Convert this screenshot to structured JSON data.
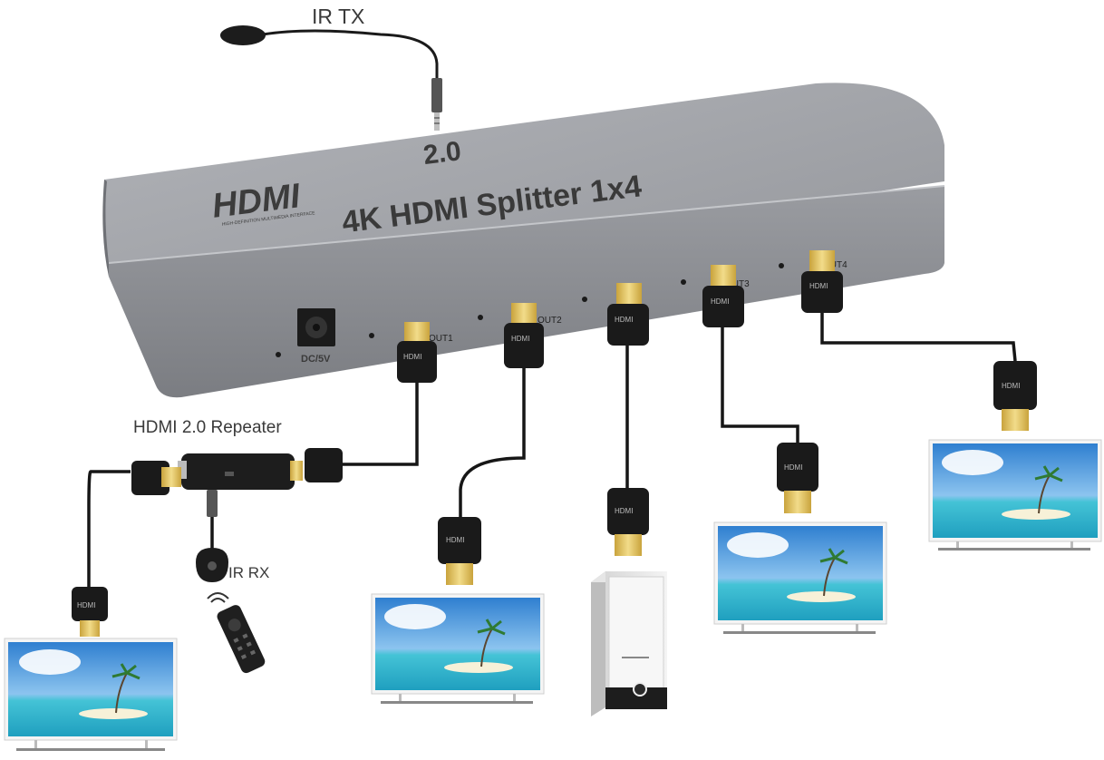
{
  "labels": {
    "ir_tx": "IR TX",
    "ir_rx": "IR RX",
    "repeater": "HDMI 2.0 Repeater",
    "dc": "DC/5V"
  },
  "splitter": {
    "logo": "HDMI",
    "logo_tagline": "HIGH-DEFINITION MULTIMEDIA INTERFACE",
    "version": "2.0",
    "model": "4K HDMI Splitter 1x4",
    "ports": [
      "OUT1",
      "OUT2",
      "OUT3",
      "OUT4"
    ]
  },
  "connector_text": "HDMI",
  "colors": {
    "case": "#8a8c91",
    "case_top": "#a4a6ab",
    "cable": "#1a1a1a",
    "gold": "#e2c25a",
    "sky": "#3c8fd6",
    "sea": "#2fb6c9"
  }
}
